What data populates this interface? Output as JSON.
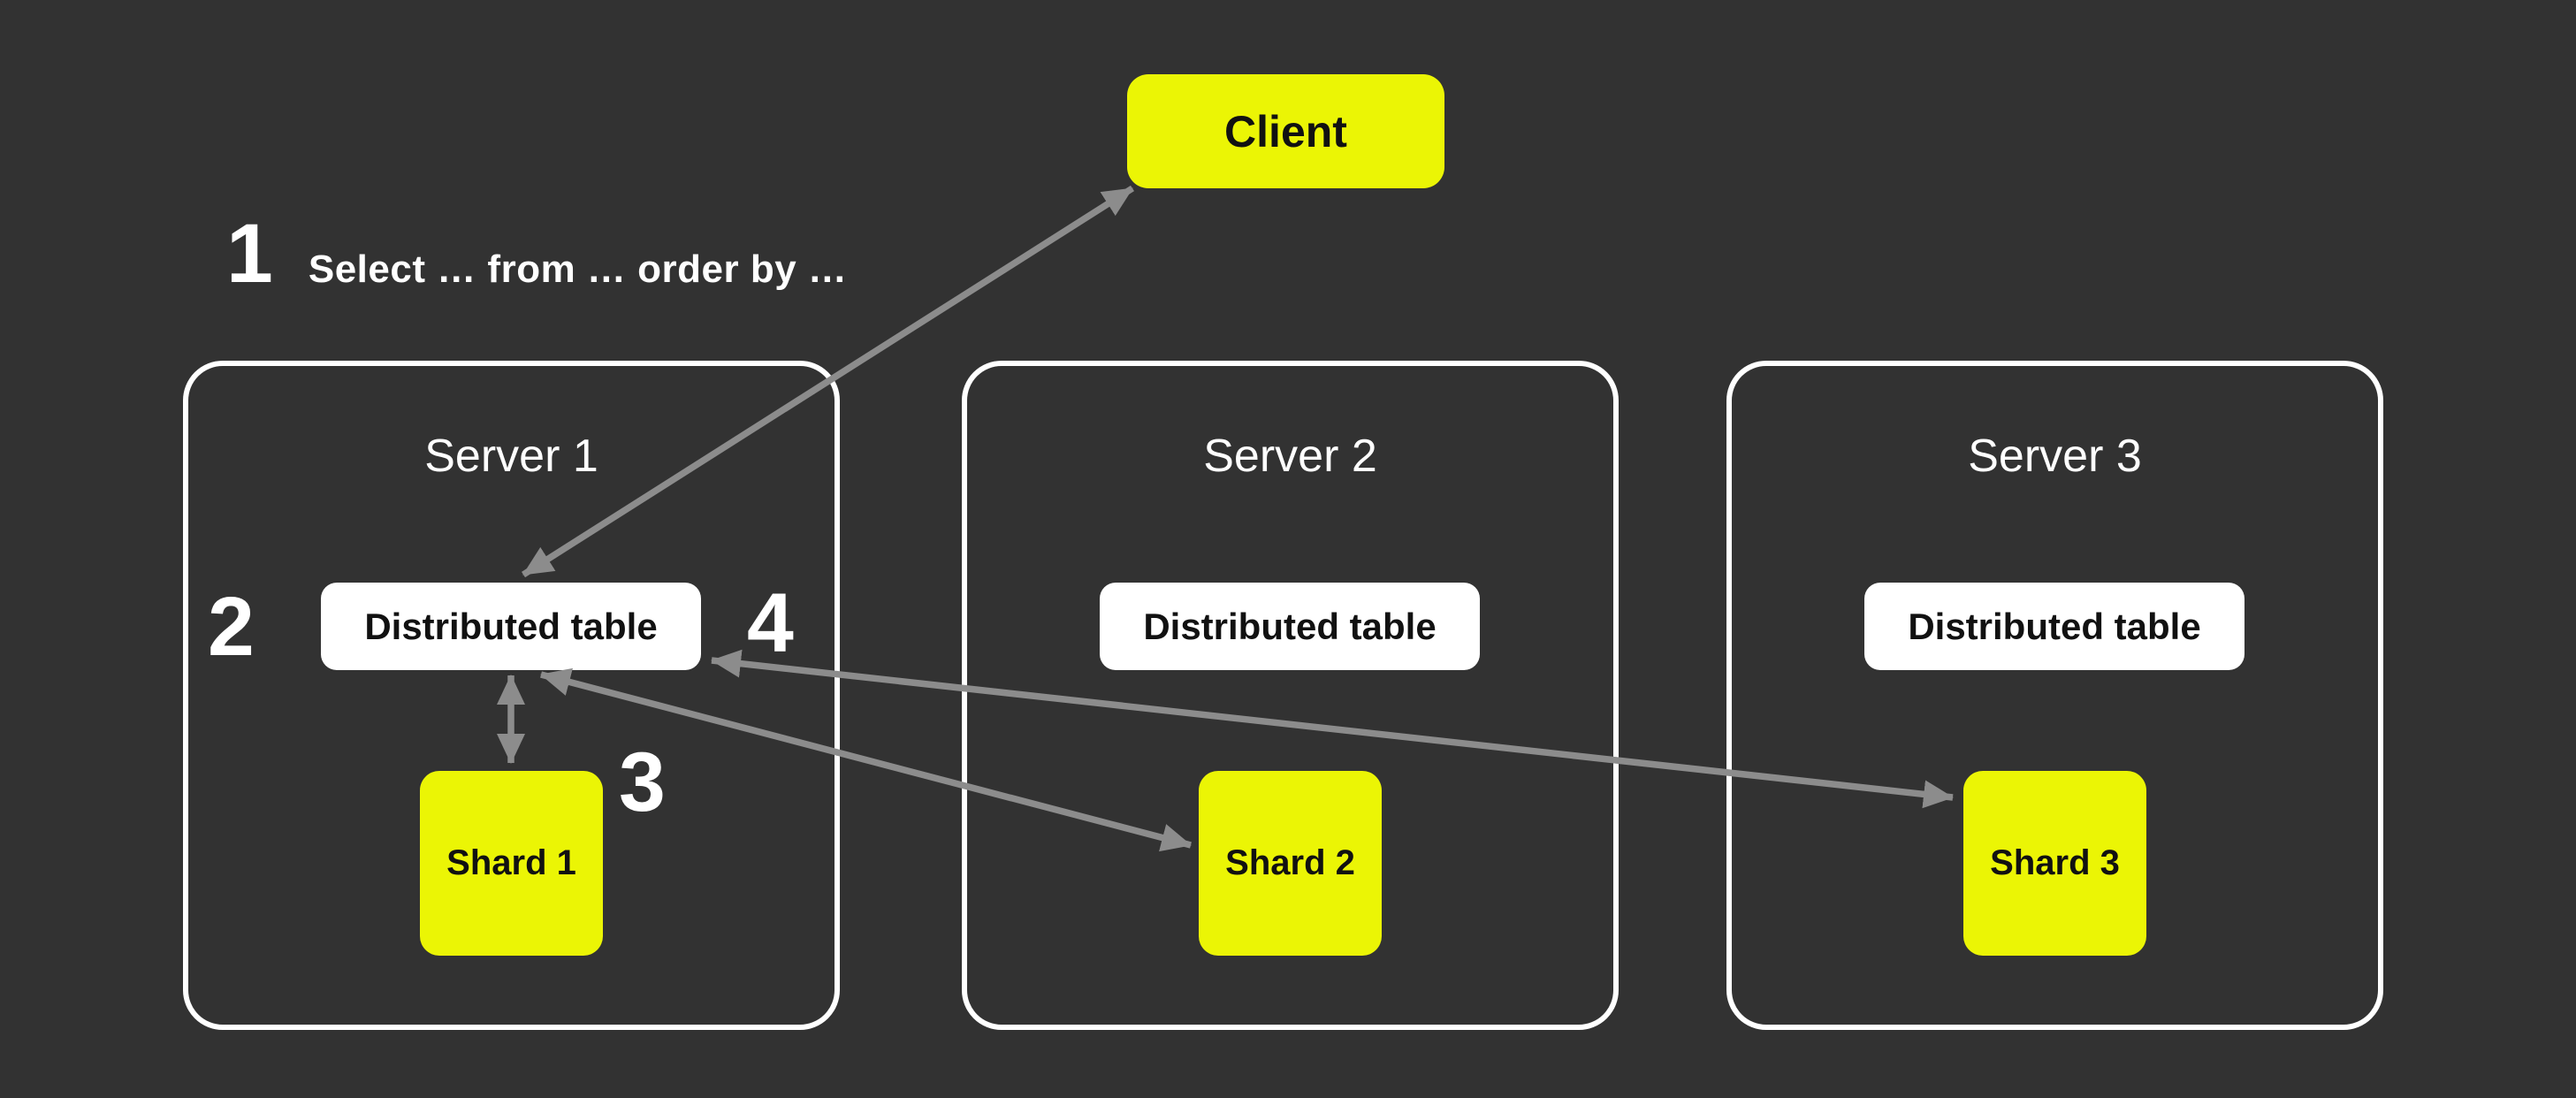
{
  "diagram": {
    "client_label": "Client",
    "step1": {
      "number": "1",
      "query": "Select … from … order by …"
    },
    "servers": [
      {
        "title": "Server 1",
        "table": "Distributed table",
        "shard": "Shard 1"
      },
      {
        "title": "Server 2",
        "table": "Distributed table",
        "shard": "Shard 2"
      },
      {
        "title": "Server 3",
        "table": "Distributed table",
        "shard": "Shard 3"
      }
    ],
    "labels": {
      "step2": "2",
      "step3": "3",
      "step4": "4"
    },
    "colors": {
      "background": "#323232",
      "accent": "#EBF505",
      "node_white": "#FFFFFF",
      "arrow": "#8C8C8C",
      "text_light": "#FFFFFF",
      "text_dark": "#111111"
    },
    "connections": [
      {
        "from": "distributed-table-1",
        "to": "client",
        "bidirectional": true
      },
      {
        "from": "distributed-table-1",
        "to": "shard-1",
        "bidirectional": true
      },
      {
        "from": "distributed-table-1",
        "to": "shard-2",
        "bidirectional": true
      },
      {
        "from": "distributed-table-1",
        "to": "shard-3",
        "bidirectional": true
      }
    ]
  }
}
